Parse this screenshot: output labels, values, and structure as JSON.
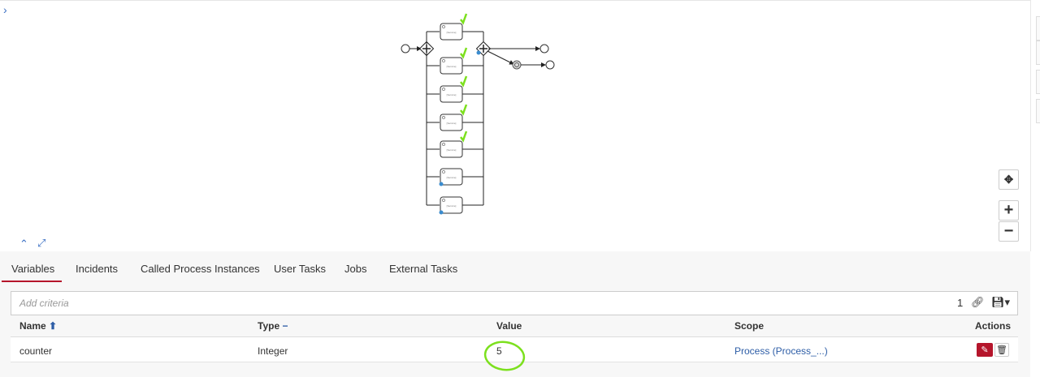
{
  "diagram": {
    "toggle_icon": "chevron-right-icon",
    "task_label": "[Service]",
    "controls": {
      "center_icon": "move-center-icon",
      "zoom_in": "+",
      "zoom_out": "−"
    }
  },
  "tabs": [
    {
      "label": "Variables",
      "active": true
    },
    {
      "label": "Incidents"
    },
    {
      "label": "Called Process Instances"
    },
    {
      "label": "User Tasks"
    },
    {
      "label": "Jobs"
    },
    {
      "label": "External Tasks"
    }
  ],
  "criteria": {
    "placeholder": "Add criteria",
    "count": "1"
  },
  "table": {
    "headers": {
      "name": "Name",
      "type": "Type",
      "value": "Value",
      "scope": "Scope",
      "actions": "Actions"
    },
    "rows": [
      {
        "name": "counter",
        "type": "Integer",
        "value": "5",
        "scope": "Process (Process_...)"
      }
    ]
  },
  "colors": {
    "accent": "#b5152b",
    "link": "#2d5da6",
    "highlight": "#7ce01e"
  }
}
